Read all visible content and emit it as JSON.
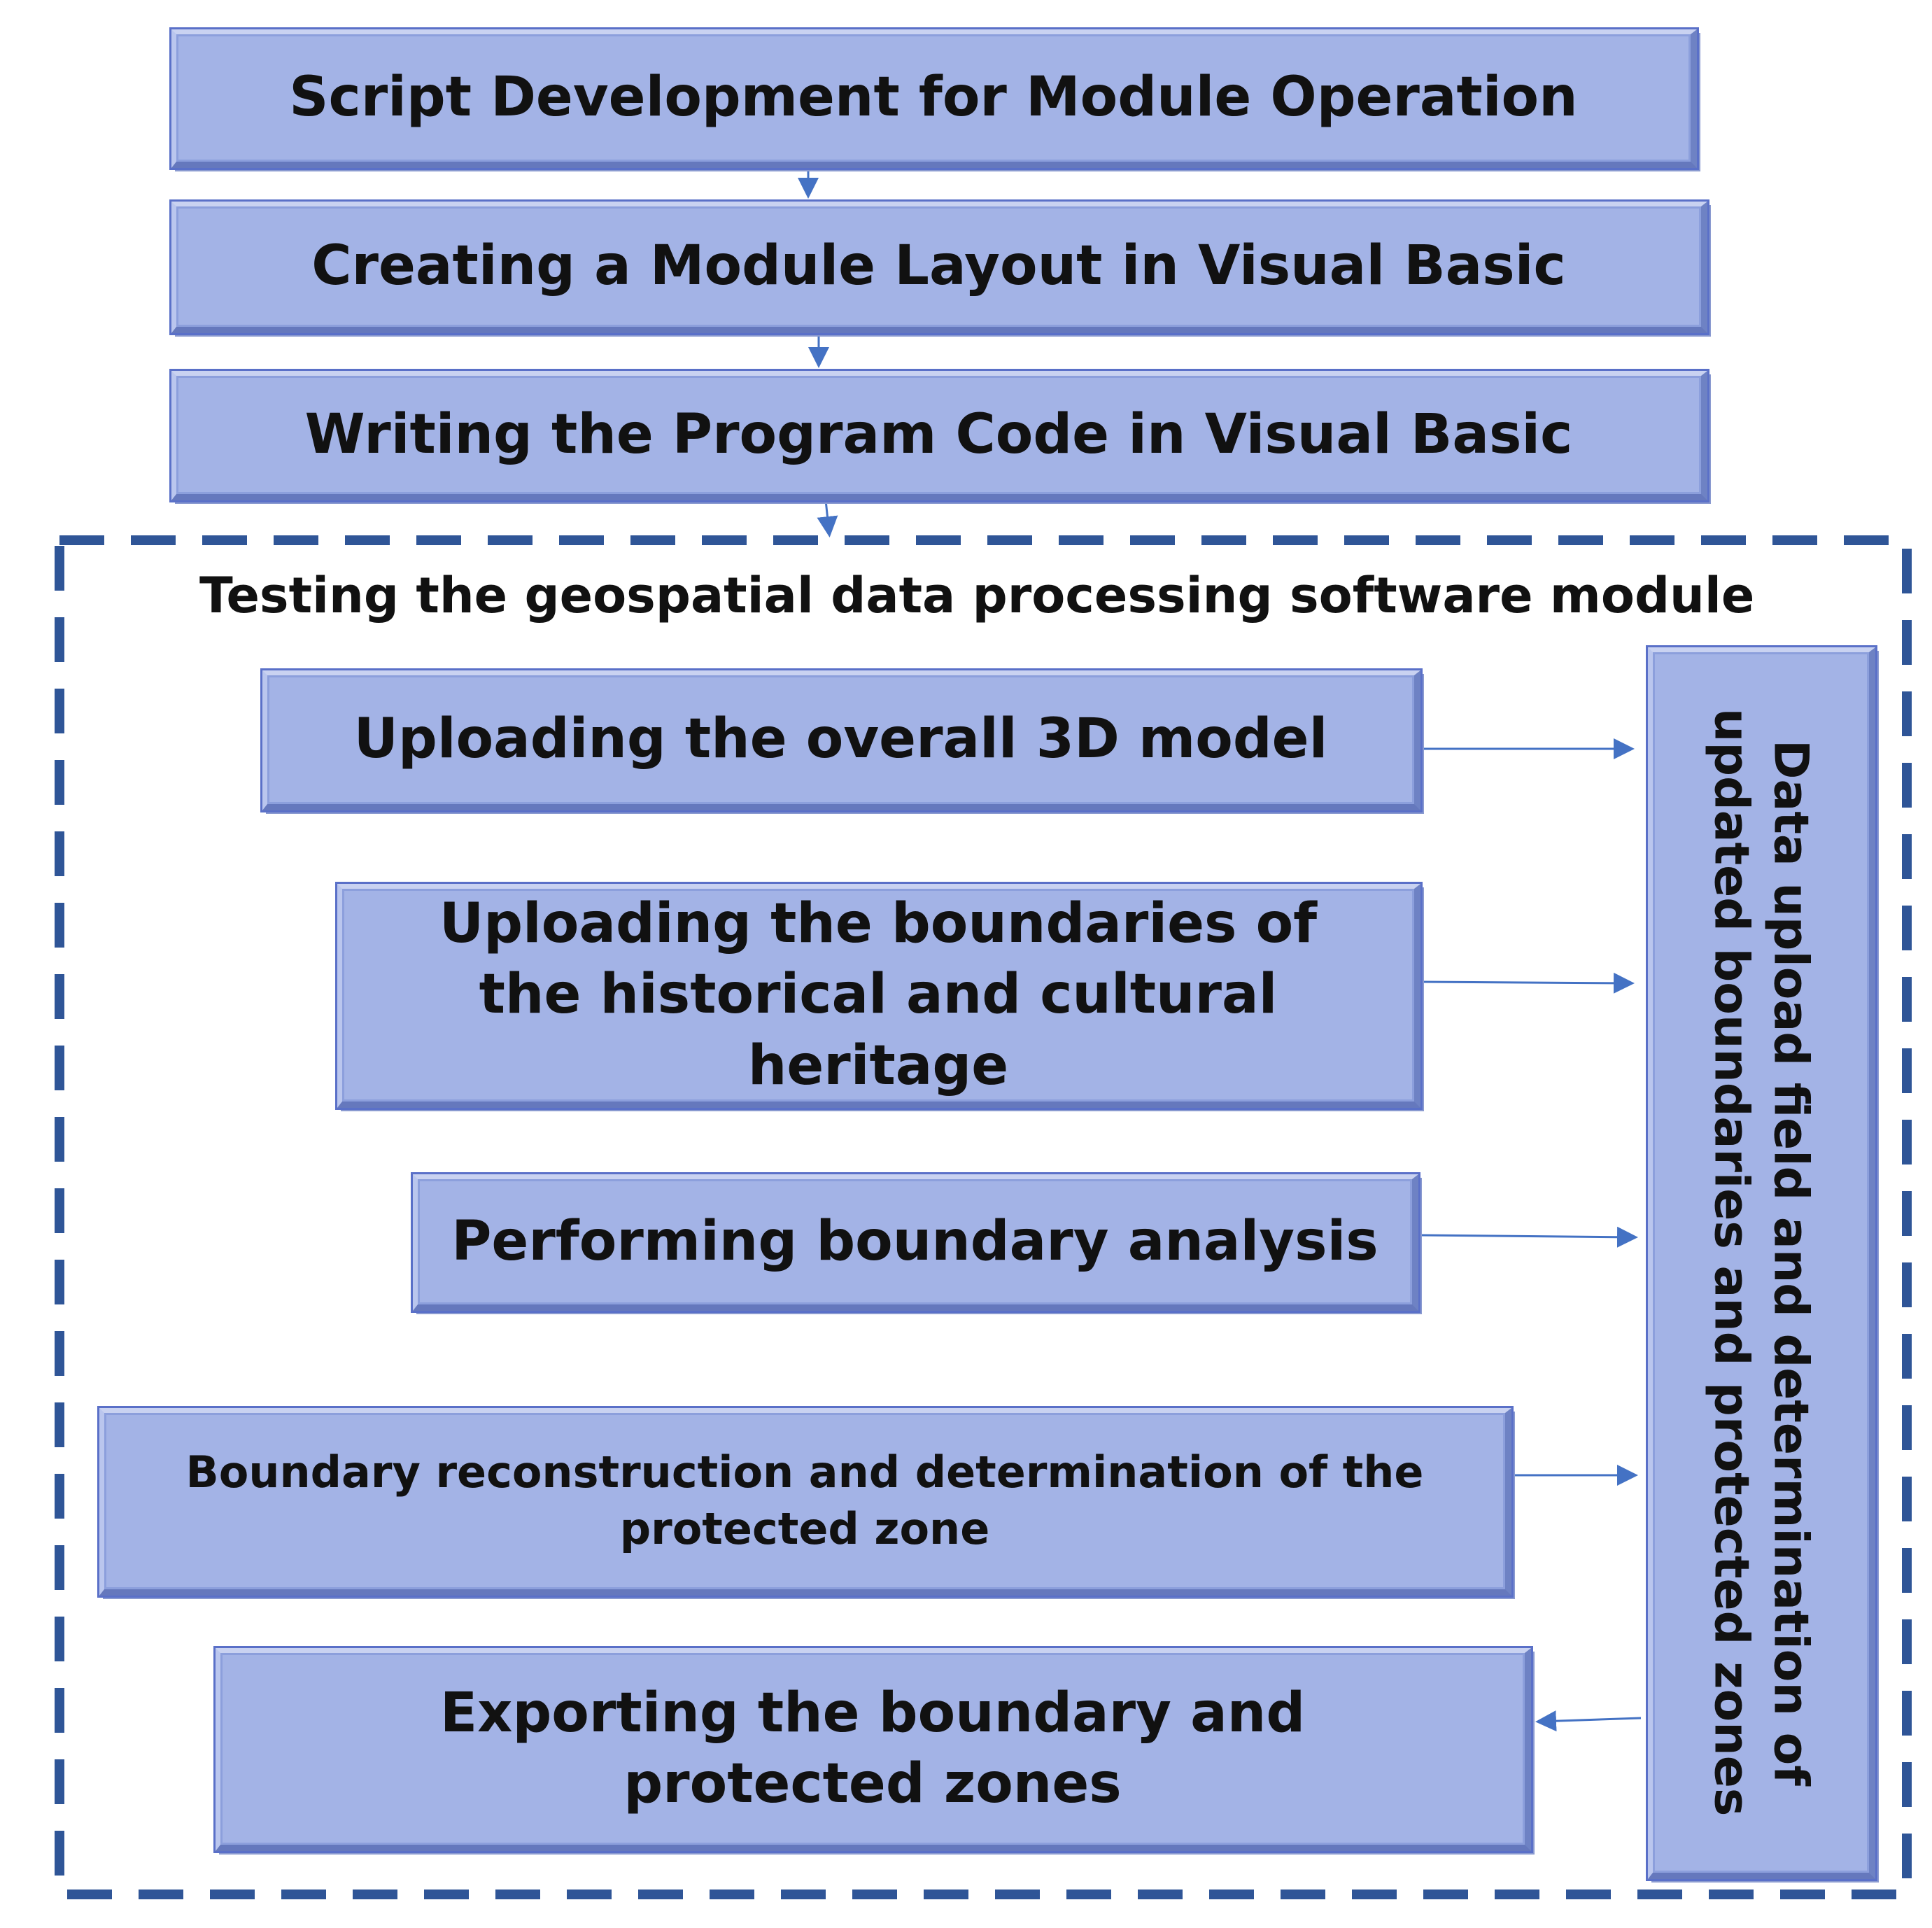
{
  "steps": {
    "script_development": "Script Development for Module Operation",
    "module_layout": "Creating a Module Layout in Visual Basic",
    "program_code": "Writing the Program Code in Visual Basic"
  },
  "testing": {
    "caption": "Testing the geospatial data processing software module",
    "upload_model": "Uploading the overall 3D model",
    "upload_boundaries": "Uploading the boundaries of the historical and cultural heritage",
    "boundary_analysis": "Performing boundary analysis",
    "reconstruction": "Boundary reconstruction and determination of the protected zone",
    "export": "Exporting the boundary and protected zones",
    "data_field": "Data upload field and determination of updated boundaries and protected zones"
  },
  "colors": {
    "box_fill": "#a3b3e6",
    "arrow": "#4472c4",
    "dashed_border": "#2f5597"
  }
}
